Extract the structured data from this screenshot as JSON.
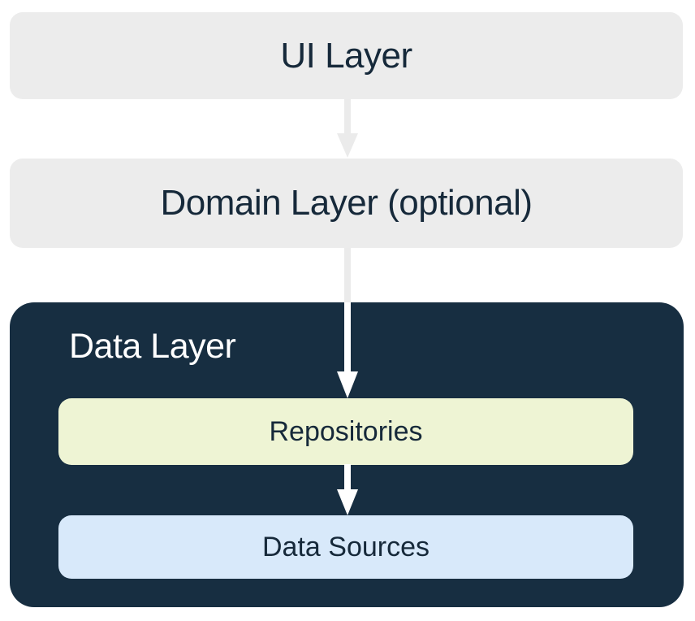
{
  "diagram": {
    "name": "app-architecture-layers",
    "ui_layer": {
      "label": "UI Layer"
    },
    "domain_layer": {
      "label": "Domain Layer (optional)"
    },
    "data_layer": {
      "label": "Data Layer",
      "children": {
        "repositories": {
          "label": "Repositories"
        },
        "data_sources": {
          "label": "Data Sources"
        }
      }
    },
    "edges": [
      {
        "from": "ui_layer",
        "to": "domain_layer",
        "style": "gray-arrow"
      },
      {
        "from": "domain_layer",
        "to": "repositories",
        "style": "gray-to-white-arrow"
      },
      {
        "from": "repositories",
        "to": "data_sources",
        "style": "white-arrow"
      }
    ]
  },
  "colors": {
    "background": "#FFFFFF",
    "layer_box_gray": "#ECECEC",
    "data_layer_navy": "#172E41",
    "repositories_cream": "#EEF4D4",
    "data_sources_blue": "#D8E9FA",
    "text_dark": "#16293A",
    "text_light": "#FFFFFF",
    "arrow_gray": "#EBEBEB",
    "arrow_white": "#FFFFFF"
  }
}
